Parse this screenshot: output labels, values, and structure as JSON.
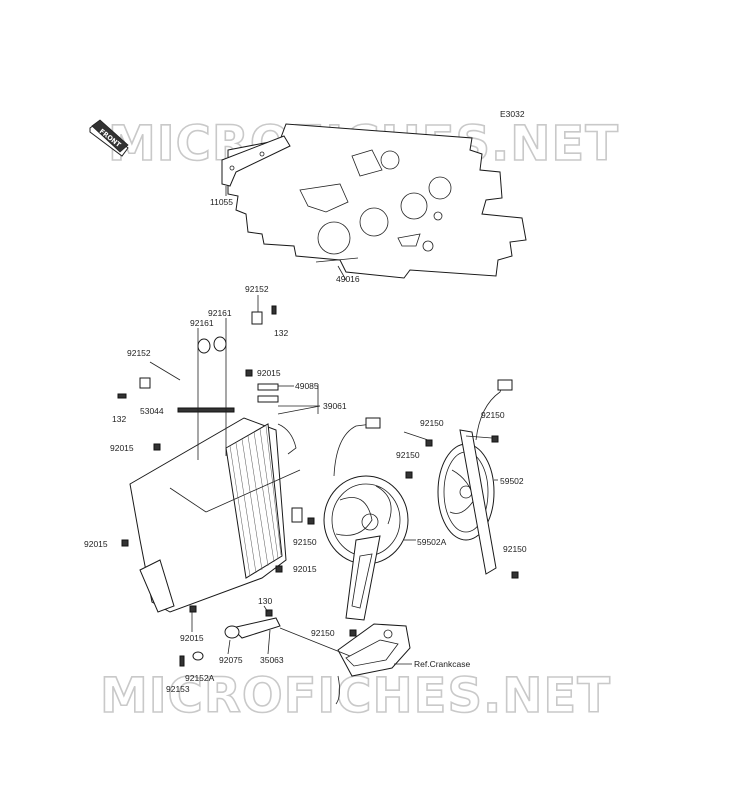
{
  "diagram_code": "E3032",
  "front_badge": "FRONT",
  "watermark": "MICROFICHES.NET",
  "ref_label": "Ref.Crankcase",
  "parts": {
    "p11055": "11055",
    "p49016": "49016",
    "p92152_top": "92152",
    "p132_top": "132",
    "p92161_a": "92161",
    "p92161_b": "92161",
    "p92152_left": "92152",
    "p132_left": "132",
    "p53044": "53044",
    "p92015_top": "92015",
    "p49085": "49085",
    "p39061": "39061",
    "p92015_left": "92015",
    "p92015_side": "92015",
    "p92150_a": "92150",
    "p92150_b": "92150",
    "p92150_c": "92150",
    "p59502": "59502",
    "p92150_d": "92150",
    "p59502A": "59502A",
    "p92150_e": "92150",
    "p92015_mid": "92015",
    "p130": "130",
    "p92150_f": "92150",
    "p92015_bottom": "92015",
    "p92075": "92075",
    "p35063": "35063",
    "p92152A": "92152A",
    "p92153": "92153"
  }
}
